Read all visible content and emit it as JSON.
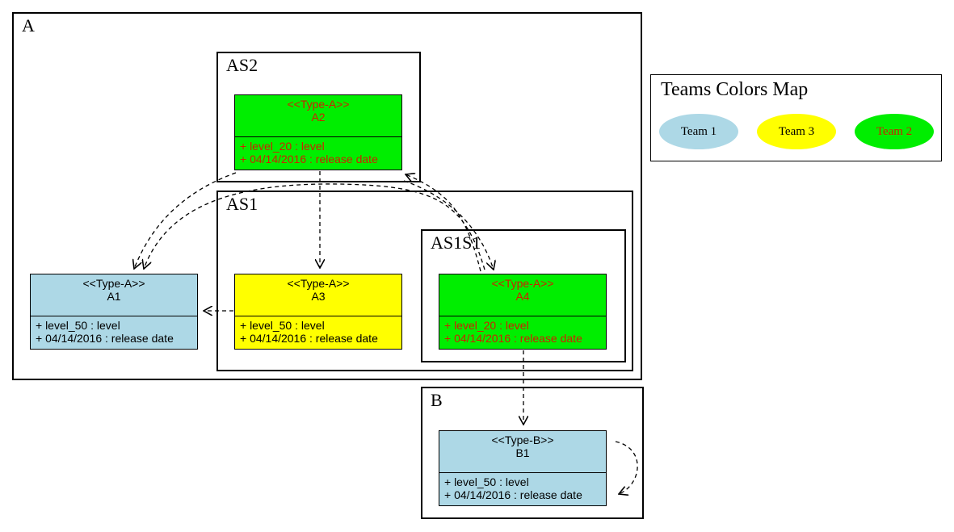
{
  "colors": {
    "team1": "#add8e6",
    "team2": "#00ee00",
    "team3": "#ffff00",
    "red_text": "#cc2200",
    "black_text": "#000000"
  },
  "clusters": {
    "A": {
      "label": "A"
    },
    "AS2": {
      "label": "AS2"
    },
    "AS1": {
      "label": "AS1"
    },
    "AS1S1": {
      "label": "AS1S1"
    },
    "B": {
      "label": "B"
    }
  },
  "nodes": {
    "A2": {
      "stereotype": "<<Type-A>>",
      "name": "A2",
      "attrs": [
        "+ level_20 : level",
        "+ 04/14/2016 : release date"
      ],
      "team": "Team 2"
    },
    "A1": {
      "stereotype": "<<Type-A>>",
      "name": "A1",
      "attrs": [
        "+ level_50 : level",
        "+ 04/14/2016 : release date"
      ],
      "team": "Team 1"
    },
    "A3": {
      "stereotype": "<<Type-A>>",
      "name": "A3",
      "attrs": [
        "+ level_50 : level",
        "+ 04/14/2016 : release date"
      ],
      "team": "Team 3"
    },
    "A4": {
      "stereotype": "<<Type-A>>",
      "name": "A4",
      "attrs": [
        "+ level_20 : level",
        "+ 04/14/2016 : release date"
      ],
      "team": "Team 2"
    },
    "B1": {
      "stereotype": "<<Type-B>>",
      "name": "B1",
      "attrs": [
        "+ level_50 : level",
        "+ 04/14/2016 : release date"
      ],
      "team": "Team 1"
    }
  },
  "legend": {
    "title": "Teams Colors Map",
    "items": [
      {
        "label": "Team 1"
      },
      {
        "label": "Team 3"
      },
      {
        "label": "Team 2"
      }
    ]
  }
}
